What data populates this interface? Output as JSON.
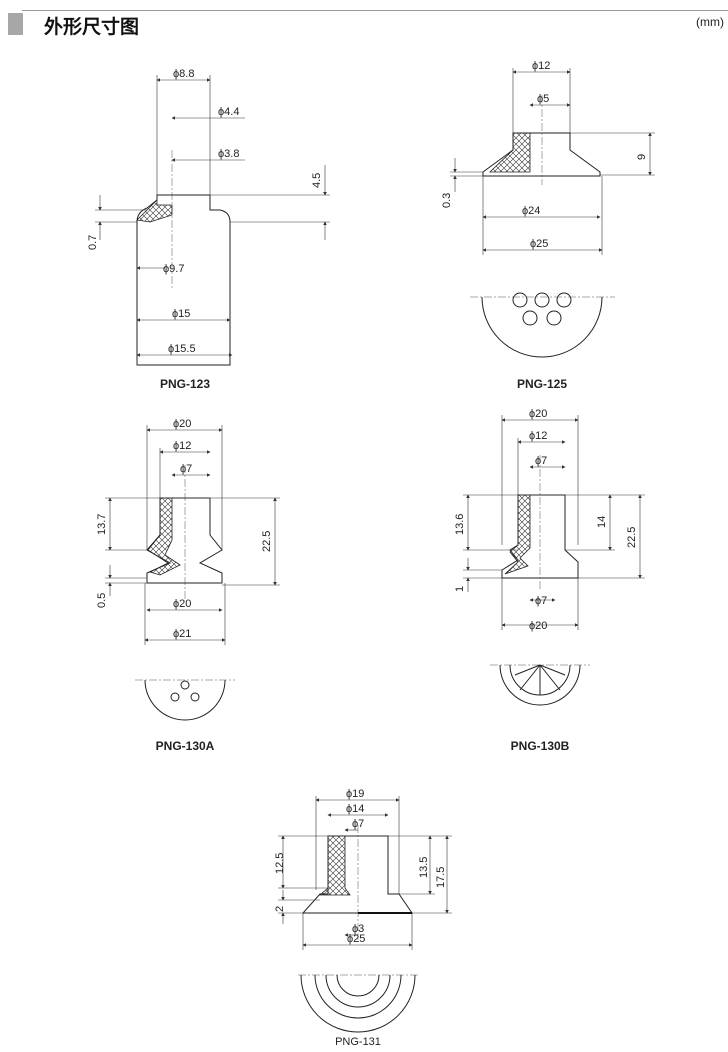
{
  "header": {
    "title": "外形尺寸图",
    "unit": "(mm)"
  },
  "drawings": [
    {
      "model": "PNG-123",
      "dims": [
        "ϕ8.8",
        "ϕ4.4",
        "ϕ3.8",
        "4.5",
        "0.7",
        "ϕ9.7",
        "ϕ15",
        "ϕ15.5"
      ]
    },
    {
      "model": "PNG-125",
      "dims": [
        "ϕ12",
        "ϕ5",
        "9",
        "0.3",
        "ϕ24",
        "ϕ25"
      ]
    },
    {
      "model": "PNG-130A",
      "dims": [
        "ϕ20",
        "ϕ12",
        "ϕ7",
        "13.7",
        "22.5",
        "0.5",
        "ϕ20",
        "ϕ21"
      ]
    },
    {
      "model": "PNG-130B",
      "dims": [
        "ϕ20",
        "ϕ12",
        "ϕ7",
        "13.6",
        "14",
        "22.5",
        "1",
        "ϕ7",
        "ϕ20"
      ]
    },
    {
      "model": "PNG-131",
      "dims": [
        "ϕ19",
        "ϕ14",
        "ϕ7",
        "12.5",
        "13.5",
        "17.5",
        "2",
        "ϕ3",
        "ϕ25"
      ]
    }
  ]
}
